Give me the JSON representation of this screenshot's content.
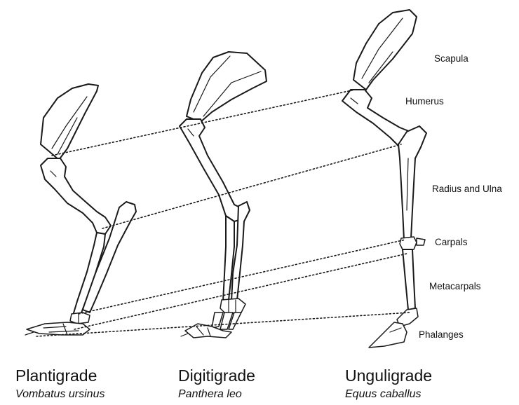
{
  "bone_labels": {
    "scapula": "Scapula",
    "humerus": "Humerus",
    "radius_ulna": "Radius and Ulna",
    "carpals": "Carpals",
    "metacarpals": "Metacarpals",
    "phalanges": "Phalanges"
  },
  "limbs": [
    {
      "type": "Plantigrade",
      "species": "Vombatus ursinus"
    },
    {
      "type": "Digitigrade",
      "species": "Panthera leo"
    },
    {
      "type": "Unguligrade",
      "species": "Equus caballus"
    }
  ]
}
